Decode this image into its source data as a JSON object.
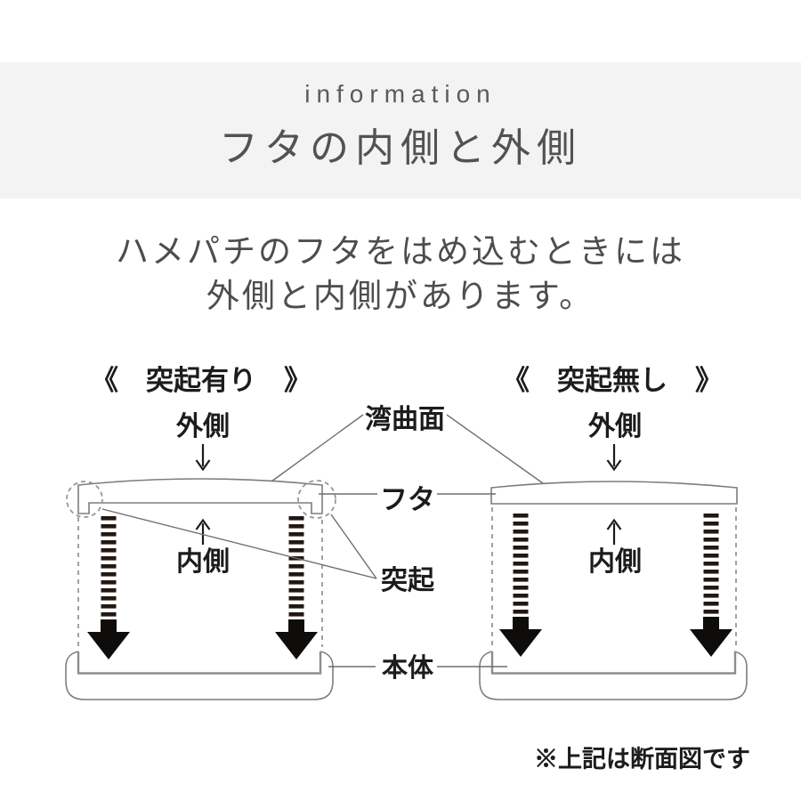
{
  "header": {
    "eyebrow": "information",
    "title": "フタの内側と外側"
  },
  "intro": {
    "line1": "ハメパチのフタをはめ込むときには",
    "line2": "外側と内側があります。"
  },
  "diagram": {
    "left": {
      "heading": "《　突起有り　》",
      "outer_label": "外側",
      "inner_label": "内側"
    },
    "right": {
      "heading": "《　突起無し　》",
      "outer_label": "外側",
      "inner_label": "内側"
    },
    "callouts": {
      "curved_surface": "湾曲面",
      "lid": "フタ",
      "protrusion": "突起",
      "body": "本体"
    },
    "note": "※上記は断面図です"
  },
  "colors": {
    "band_bg": "#f3f3f4",
    "eyebrow_ink": "#595a5c",
    "title_ink": "#515254",
    "body_ink": "#4c4d4f",
    "ink": "#1c1c1c",
    "line": "#7d7d7d",
    "callout": "#6f6f6f",
    "dash": "#979797",
    "bar": "#241712",
    "head": "#0f0d0c"
  }
}
